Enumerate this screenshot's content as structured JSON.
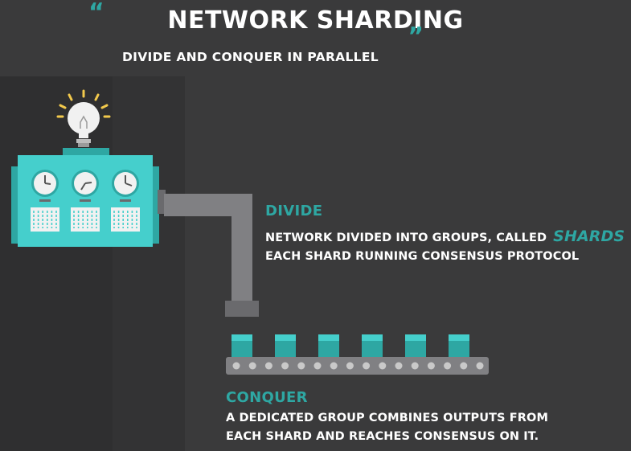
{
  "header": {
    "open_quote": "“",
    "title": "NETWORK SHARDING",
    "close_quote": "„",
    "subtitle": "DIVIDE AND CONQUER IN PARALLEL"
  },
  "divide": {
    "heading": "DIVIDE",
    "line1": "NETWORK DIVIDED INTO GROUPS, CALLED",
    "emphasis": "SHARDS",
    "line2": "EACH SHARD RUNNING CONSENSUS PROTOCOL"
  },
  "conquer": {
    "heading": "CONQUER",
    "line1": "A DEDICATED GROUP COMBINES OUTPUTS FROM",
    "line2": "EACH SHARD AND REACHES CONSENSUS ON IT."
  },
  "colors": {
    "background": "#3a3a3b",
    "accent": "#2ea7a3",
    "machine": "#45cfcc",
    "bulb": "#f2c94c",
    "pipe": "#808083",
    "shard_block": "#2ea7a3"
  },
  "icons": {
    "bulb": "light-bulb-icon",
    "gauge": "clock-gauge-icon",
    "grid": "grid-panel-icon"
  }
}
